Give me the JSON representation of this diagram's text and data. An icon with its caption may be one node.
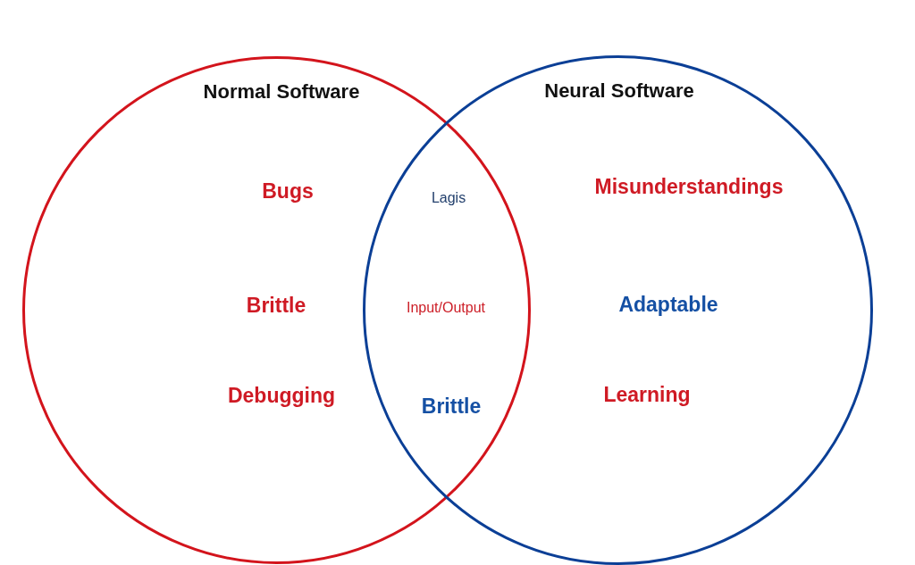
{
  "diagram": {
    "nodes": [
      {
        "text": [
          "Normal Software",
          "Bugs",
          "Brittle",
          "Debugging"
        ]
      },
      {
        "text": [
          "Neural Software",
          "Misunderstandings",
          "Adaptable",
          "Learning"
        ]
      }
    ],
    "labels": [
      "Lagis",
      "Input/Output",
      "Brittle"
    ]
  }
}
